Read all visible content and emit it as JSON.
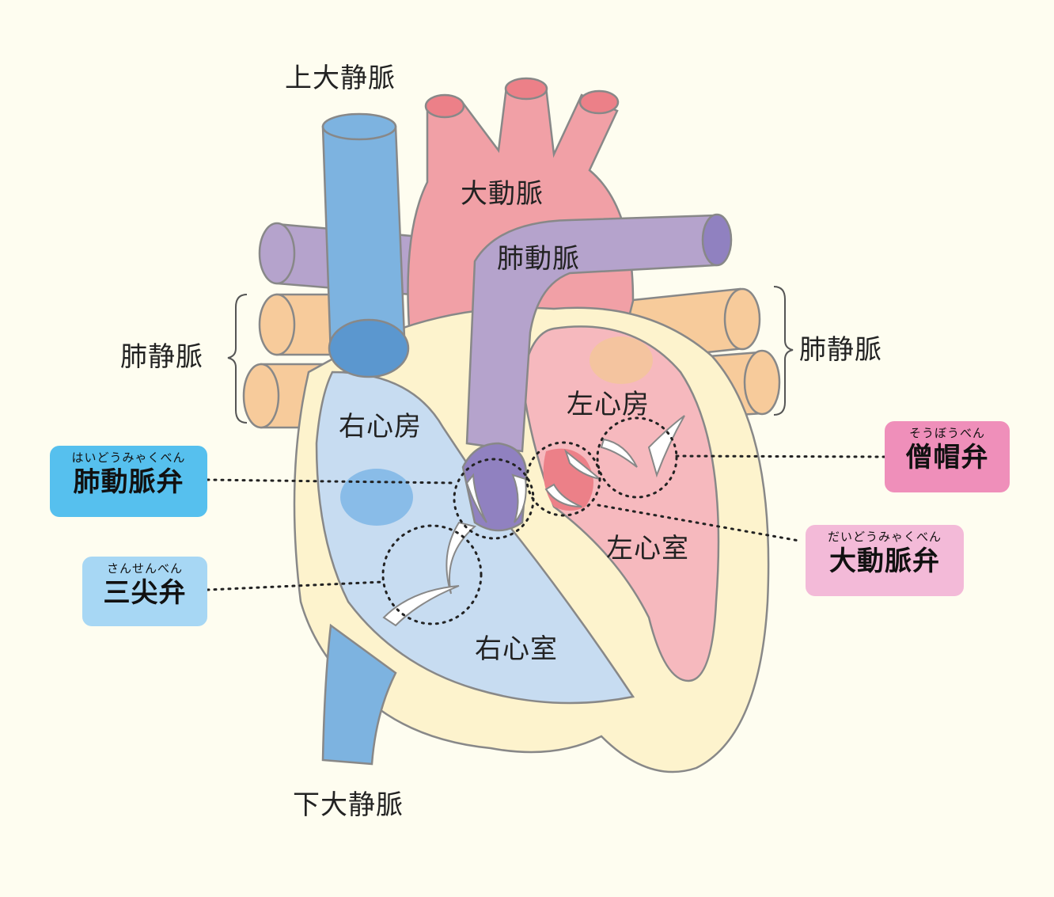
{
  "colors": {
    "background": "#fefdf0",
    "vena_cava": "#7db3e0",
    "aorta": "#f1a0a6",
    "pulmonary_artery": "#b5a3cc",
    "pulmonary_vein": "#f7cb9b",
    "right_heart": "#c7dcf1",
    "left_heart": "#f6b9be",
    "myocardium": "#fdf3cd",
    "pulmonary_valve_box": "#56c0ee",
    "tricuspid_box": "#a7d7f4",
    "mitral_box": "#ef8fba",
    "aortic_valve_box": "#f3bad8"
  },
  "labels": {
    "superior_vena_cava": "上大静脈",
    "inferior_vena_cava": "下大静脈",
    "aorta": "大動脈",
    "pulmonary_artery": "肺動脈",
    "pulmonary_vein_left": "肺静脈",
    "pulmonary_vein_right": "肺静脈",
    "right_atrium": "右心房",
    "left_atrium": "左心房",
    "right_ventricle": "右心室",
    "left_ventricle": "左心室"
  },
  "valves": {
    "pulmonary": {
      "ruby": "はいどうみゃくべん",
      "name": "肺動脈弁"
    },
    "tricuspid": {
      "ruby": "さんせんべん",
      "name": "三尖弁"
    },
    "mitral": {
      "ruby": "そうぼうべん",
      "name": "僧帽弁"
    },
    "aortic": {
      "ruby": "だいどうみゃくべん",
      "name": "大動脈弁"
    }
  }
}
